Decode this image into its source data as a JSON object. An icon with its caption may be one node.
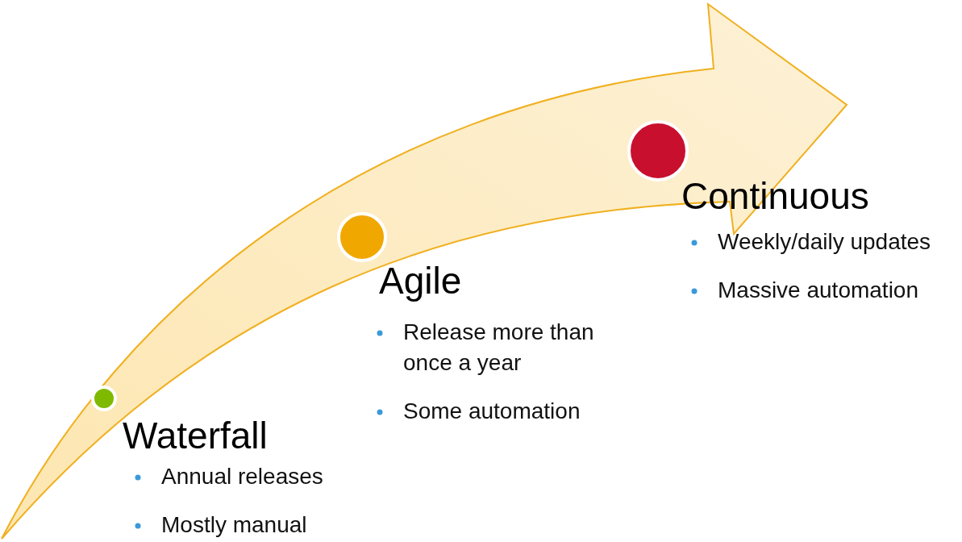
{
  "diagram": {
    "nodes": [
      {
        "text": [
          "Waterfall",
          "Annual releases",
          "Mostly manual"
        ]
      },
      {
        "text": [
          "Agile",
          "Release more than once a year",
          "Some automation"
        ]
      },
      {
        "text": [
          "Continuous",
          "Weekly/daily updates",
          "Massive automation"
        ]
      }
    ]
  }
}
